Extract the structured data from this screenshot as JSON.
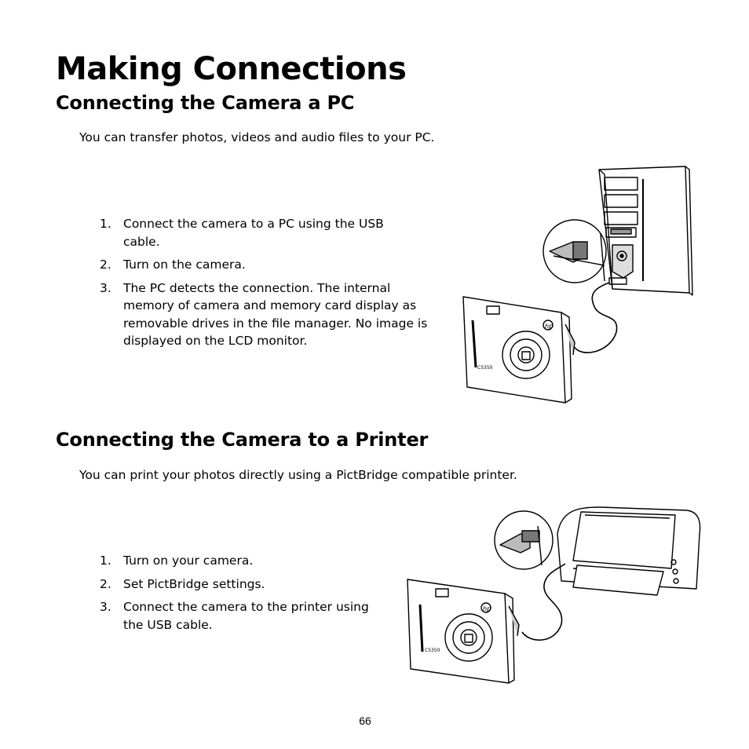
{
  "page": {
    "title": "Making Connections",
    "page_number": "66"
  },
  "pc_section": {
    "heading": "Connecting the Camera a PC",
    "intro": "You can transfer photos, videos and audio files to your PC.",
    "steps": [
      {
        "num": "1.",
        "text": "Connect the camera to a PC using the USB cable."
      },
      {
        "num": "2.",
        "text": "Turn on the camera."
      },
      {
        "num": "3.",
        "text": "The PC detects the connection. The internal memory of camera and memory card display as removable drives in the file manager. No image is displayed on the LCD monitor."
      }
    ],
    "camera_logo": "hp",
    "camera_model": "C5350"
  },
  "printer_section": {
    "heading": "Connecting the Camera to a Printer",
    "intro": "You can print your photos directly using a PictBridge compatible printer.",
    "steps": [
      {
        "num": "1.",
        "text": "Turn on your camera."
      },
      {
        "num": "2.",
        "text": "Set PictBridge settings."
      },
      {
        "num": "3.",
        "text": "Connect the camera to the printer using the USB cable."
      }
    ],
    "camera_logo": "hp",
    "camera_model": "C5350"
  },
  "icons": {
    "illustration_pc": "camera-to-pc-illustration",
    "illustration_printer": "camera-to-printer-illustration"
  }
}
